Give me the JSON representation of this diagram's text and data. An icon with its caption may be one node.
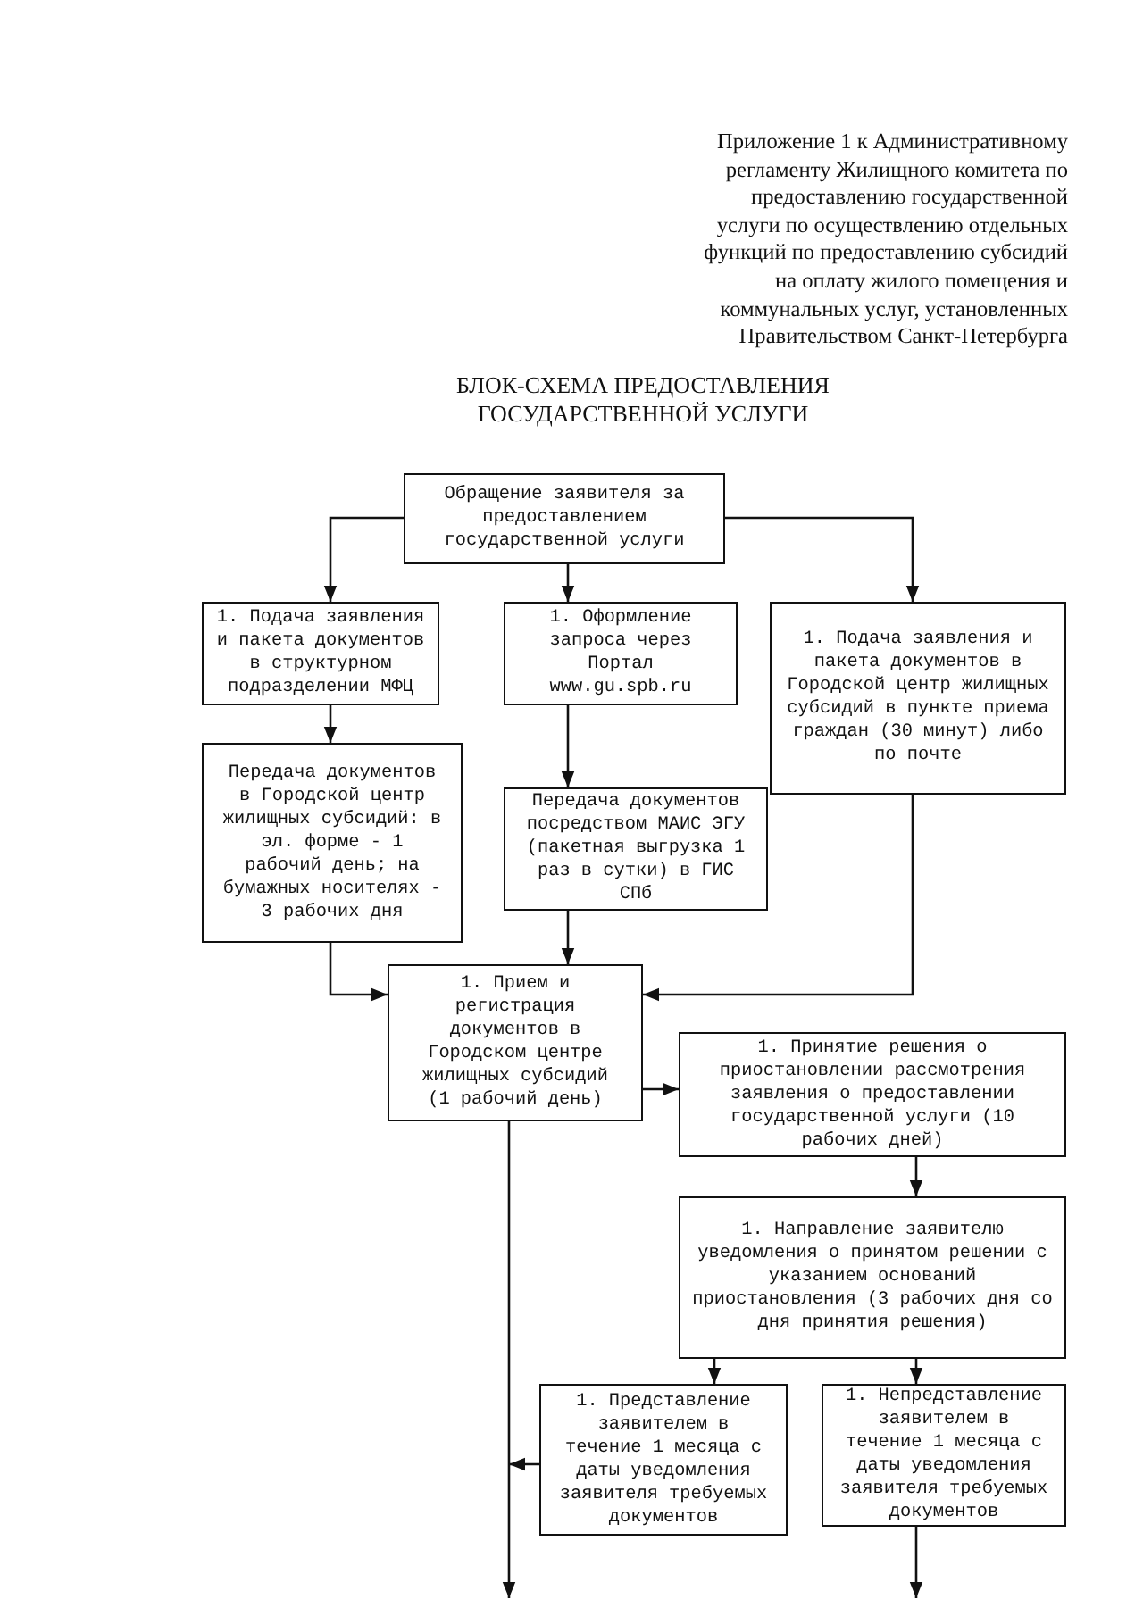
{
  "diagram": {
    "title": "БЛОК-СХЕМА ПРЕДОСТАВЛЕНИЯ ГОСУДАРСТВЕННОЙ УСЛУГИ",
    "nodes": [
      {
        "text": [
          "Обращение заявителя за предоставлением государственной услуги"
        ]
      },
      {
        "text": [
          "1. Подача заявления и пакета документов в структурном подразделении МФЦ"
        ]
      },
      {
        "text": [
          "1. Оформление запроса через Портал www.gu.spb.ru"
        ]
      },
      {
        "text": [
          "1. Подача заявления и пакета документов в Городской центр жилищных субсидий в пункте приема граждан (30 минут) либо по почте"
        ]
      },
      {
        "text": [
          "Передача документов в Городской центр жилищных субсидий: в эл. форме - 1 рабочий день; на бумажных носителях - 3 рабочих дня"
        ]
      },
      {
        "text": [
          "Передача документов посредством МАИС ЭГУ (пакетная выгрузка 1 раз в сутки) в ГИС СПб"
        ]
      },
      {
        "text": [
          "1. Прием и регистрация документов в Городском центре жилищных субсидий (1 рабочий день)"
        ]
      },
      {
        "text": [
          "1. Принятие решения о приостановлении рассмотрения заявления о предоставлении государственной услуги (10 рабочих дней)"
        ]
      },
      {
        "text": [
          "1. Направление заявителю уведомления о принятом решении с указанием оснований приостановления (3 рабочих дня со дня принятия решения)"
        ]
      },
      {
        "text": [
          "1. Представление заявителем в течение 1 месяца с даты уведомления заявителя требуемых документов"
        ]
      },
      {
        "text": [
          "1. Непредставление заявителем в течение 1 месяца с даты уведомления заявителя требуемых документов"
        ]
      }
    ],
    "edges": [
      {
        "from": 0,
        "to": 1,
        "arrow": "to"
      },
      {
        "from": 0,
        "to": 2,
        "arrow": "to"
      },
      {
        "from": 0,
        "to": 3,
        "arrow": "to"
      },
      {
        "from": 1,
        "to": 4,
        "arrow": "to"
      },
      {
        "from": 2,
        "to": 5,
        "arrow": "to"
      },
      {
        "from": 4,
        "to": 6,
        "arrow": "to"
      },
      {
        "from": 5,
        "to": 6,
        "arrow": "to"
      },
      {
        "from": 3,
        "to": 6,
        "arrow": "to"
      },
      {
        "from": 6,
        "to": 7,
        "arrow": "to"
      },
      {
        "from": 7,
        "to": 8,
        "arrow": "to"
      },
      {
        "from": 8,
        "to": 9,
        "arrow": "to"
      },
      {
        "from": 8,
        "to": 10,
        "arrow": "to"
      },
      {
        "from": 6,
        "to": null,
        "arrow": "to"
      },
      {
        "from": 9,
        "to": null,
        "arrow": "to"
      },
      {
        "from": 10,
        "to": null,
        "arrow": "to"
      }
    ],
    "labels": [
      "Приложение 1 к Административному регламенту Жилищного комитета по предоставлению государственной услуги по осуществлению отдельных функций по предоставлению субсидий на оплату жилого помещения и коммунальных услуг, установленных Правительством Санкт-Петербурга"
    ]
  }
}
